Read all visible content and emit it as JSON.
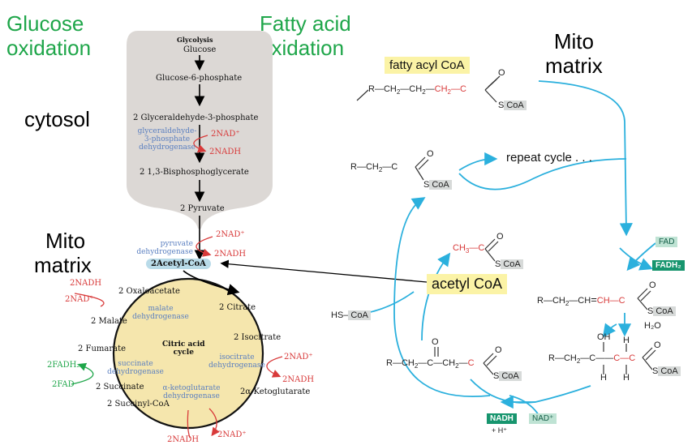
{
  "headings": {
    "glucose_oxidation": [
      "Glucose",
      "oxidation"
    ],
    "fatty_acid_oxidation": [
      "Fatty acid",
      "oxidation"
    ],
    "cytosol": "cytosol",
    "mito_matrix_left": [
      "Mito",
      "matrix"
    ],
    "mito_matrix_right": [
      "Mito",
      "matrix"
    ]
  },
  "glycolysis": {
    "title": "Glycolysis",
    "steps": [
      "Glucose",
      "Glucose-6-phosphate",
      "2 Glyceraldehyde-3-phosphate",
      "2  1,3-Bisphosphoglycerate",
      "2 Pyruvate"
    ],
    "enzyme": [
      "glyceraldehyde-",
      "3-phosphate",
      "dehydrogenase"
    ],
    "cofactor_in": "2NAD⁺",
    "cofactor_out": "2NADH"
  },
  "pdh": {
    "enzyme": [
      "pyruvate",
      "dehydrogenase"
    ],
    "cofactor_in": "2NAD⁺",
    "cofactor_out": "2NADH",
    "product": "2Acetyl-CoA"
  },
  "tca": {
    "title": [
      "Citric acid",
      "cycle"
    ],
    "metabolites": {
      "oxaloacetate": "2 Oxaloacetate",
      "citrate": "2 Citrate",
      "isocitrate": "2 Isocitrate",
      "ketoglutarate": "2α-Ketoglutarate",
      "succinyl": "2 Succinyl-CoA",
      "succinate": "2 Succinate",
      "fumarate": "2 Fumarate",
      "malate": "2 Malate"
    },
    "enzymes": {
      "malate": [
        "malate",
        "dehydrogenase"
      ],
      "isocitrate": [
        "isocitrate",
        "dehydrogenase"
      ],
      "ketoglutarate": [
        "α-ketoglutarate",
        "dehydrogenase"
      ],
      "succinate": [
        "succinate",
        "dehydrogenase"
      ]
    },
    "cofactors": {
      "malate_nadh": "2NADH",
      "malate_nad": "2NAD⁺",
      "iso_nad": "2NAD⁺",
      "iso_nadh": "2NADH",
      "akg_nad": "2NAD⁺",
      "akg_nadh": "2NADH",
      "fadh2": "2FADH₂",
      "fad": "2FAD"
    }
  },
  "beta_oxidation": {
    "fatty_acyl_label": "fatty acyl CoA",
    "acetyl_label": "acetyl CoA",
    "repeat_label": "repeat cycle . . .",
    "fad": "FAD",
    "fadh2": "FADH₂",
    "water": "H₂O",
    "nadh": "NADH",
    "nad": "NAD⁺",
    "hplus": "+ H⁺",
    "hscoa": "HS–CoA"
  }
}
